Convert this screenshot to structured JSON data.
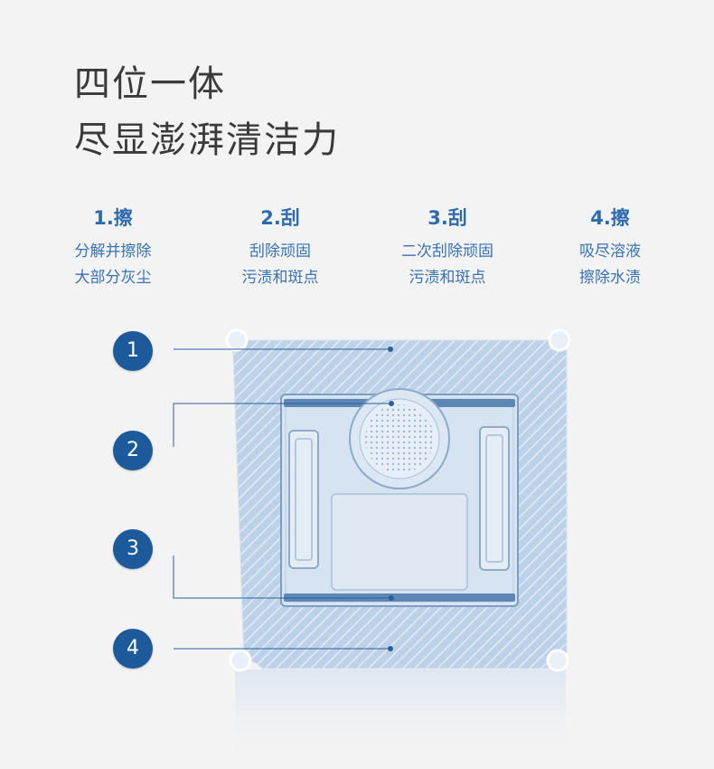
{
  "headline": {
    "line1": "四位一体",
    "line2": "尽显澎湃清洁力"
  },
  "features": [
    {
      "title": "1.擦",
      "desc1": "分解并擦除",
      "desc2": "大部分灰尘"
    },
    {
      "title": "2.刮",
      "desc1": "刮除顽固",
      "desc2": "污渍和斑点"
    },
    {
      "title": "3.刮",
      "desc1": "二次刮除顽固",
      "desc2": "污渍和斑点"
    },
    {
      "title": "4.擦",
      "desc1": "吸尽溶液",
      "desc2": "擦除水渍"
    }
  ],
  "badges": [
    "1",
    "2",
    "3",
    "4"
  ],
  "colors": {
    "accent": "#1d5a9c",
    "text_blue": "#2e6ab0",
    "pad_blue": "#b9cfe6"
  }
}
